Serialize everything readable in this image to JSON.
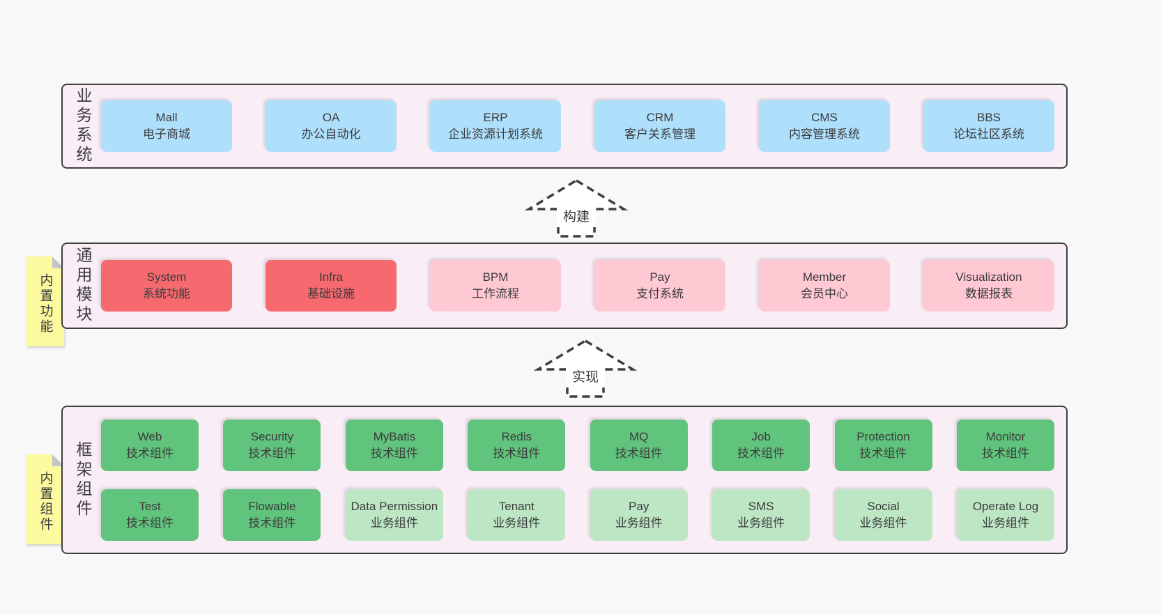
{
  "colors": {
    "page_bg": "#f8f8f8",
    "band_bg": "#f9edf6",
    "band_border": "#3f3f3f",
    "text": "#3b3b3b",
    "blue": "#aedffb",
    "red": "#f5696f",
    "pink": "#ffc9d4",
    "green": "#61c47d",
    "lightgreen": "#bde6c5",
    "note_bg": "#fbfa9f",
    "note_fold": "#c5c5c5"
  },
  "arrows": [
    {
      "label": "构建"
    },
    {
      "label": "实现"
    }
  ],
  "bands": {
    "business": {
      "label": "业务系统",
      "rows": [
        [
          {
            "en": "Mall",
            "zh": "电子商城",
            "variant": "blue"
          },
          {
            "en": "OA",
            "zh": "办公自动化",
            "variant": "blue"
          },
          {
            "en": "ERP",
            "zh": "企业资源计划系统",
            "variant": "blue"
          },
          {
            "en": "CRM",
            "zh": "客户关系管理",
            "variant": "blue"
          },
          {
            "en": "CMS",
            "zh": "内容管理系统",
            "variant": "blue"
          },
          {
            "en": "BBS",
            "zh": "论坛社区系统",
            "variant": "blue"
          }
        ]
      ]
    },
    "modules": {
      "label": "通用模块",
      "note": "内置功能",
      "rows": [
        [
          {
            "en": "System",
            "zh": "系统功能",
            "variant": "red"
          },
          {
            "en": "Infra",
            "zh": "基础设施",
            "variant": "red"
          },
          {
            "en": "BPM",
            "zh": "工作流程",
            "variant": "pink"
          },
          {
            "en": "Pay",
            "zh": "支付系统",
            "variant": "pink"
          },
          {
            "en": "Member",
            "zh": "会员中心",
            "variant": "pink"
          },
          {
            "en": "Visualization",
            "zh": "数据报表",
            "variant": "pink"
          }
        ]
      ]
    },
    "components": {
      "label": "框架组件",
      "note": "内置组件",
      "rows": [
        [
          {
            "en": "Web",
            "zh": "技术组件",
            "variant": "green"
          },
          {
            "en": "Security",
            "zh": "技术组件",
            "variant": "green"
          },
          {
            "en": "MyBatis",
            "zh": "技术组件",
            "variant": "green"
          },
          {
            "en": "Redis",
            "zh": "技术组件",
            "variant": "green"
          },
          {
            "en": "MQ",
            "zh": "技术组件",
            "variant": "green"
          },
          {
            "en": "Job",
            "zh": "技术组件",
            "variant": "green"
          },
          {
            "en": "Protection",
            "zh": "技术组件",
            "variant": "green"
          },
          {
            "en": "Monitor",
            "zh": "技术组件",
            "variant": "green"
          }
        ],
        [
          {
            "en": "Test",
            "zh": "技术组件",
            "variant": "green"
          },
          {
            "en": "Flowable",
            "zh": "技术组件",
            "variant": "green"
          },
          {
            "en": "Data Permission",
            "zh": "业务组件",
            "variant": "lightgreen"
          },
          {
            "en": "Tenant",
            "zh": "业务组件",
            "variant": "lightgreen"
          },
          {
            "en": "Pay",
            "zh": "业务组件",
            "variant": "lightgreen"
          },
          {
            "en": "SMS",
            "zh": "业务组件",
            "variant": "lightgreen"
          },
          {
            "en": "Social",
            "zh": "业务组件",
            "variant": "lightgreen"
          },
          {
            "en": "Operate Log",
            "zh": "业务组件",
            "variant": "lightgreen"
          }
        ]
      ]
    }
  }
}
